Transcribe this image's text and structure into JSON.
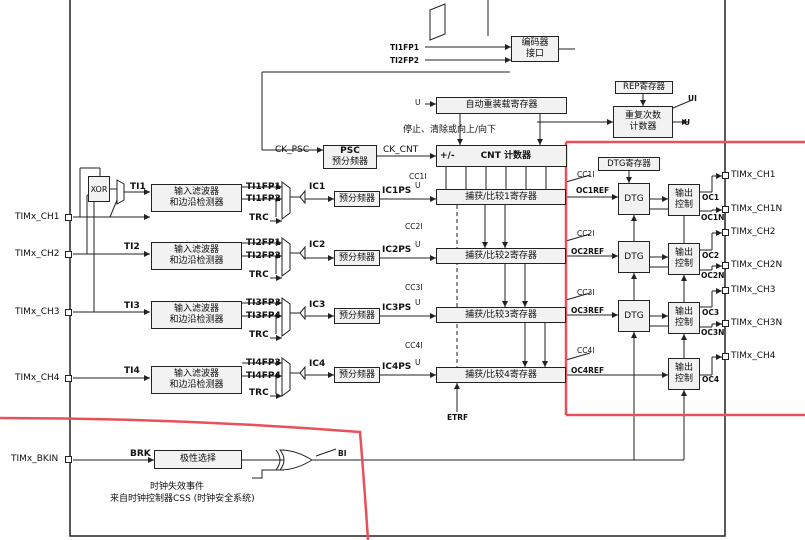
{
  "diagram": {
    "inputs": {
      "ch1": "TIMx_CH1",
      "ch2": "TIMx_CH2",
      "ch3": "TIMx_CH3",
      "ch4": "TIMx_CH4",
      "bkin": "TIMx_BKIN"
    },
    "outputs": {
      "ch1": "TIMx_CH1",
      "ch1n": "TIMx_CH1N",
      "ch2": "TIMx_CH2",
      "ch2n": "TIMx_CH2N",
      "ch3": "TIMx_CH3",
      "ch3n": "TIMx_CH3N",
      "ch4": "TIMx_CH4"
    },
    "xor": "XOR",
    "ti": [
      "TI1",
      "TI2",
      "TI3",
      "TI4"
    ],
    "filter_line1": "输入滤波器",
    "filter_line2": "和边沿检测器",
    "tifp": [
      [
        "TI1FP1",
        "TI1FP2"
      ],
      [
        "TI2FP1",
        "TI2FP2"
      ],
      [
        "TI3FP3",
        "TI3FP4"
      ],
      [
        "TI4FP3",
        "TI4FP4"
      ]
    ],
    "trc": "TRC",
    "ic": [
      "IC1",
      "IC2",
      "IC3",
      "IC4"
    ],
    "prescaler": "预分频器",
    "icps": [
      "IC1PS",
      "IC2PS",
      "IC3PS",
      "IC4PS"
    ],
    "ccif": [
      "CC1I",
      "CC2I",
      "CC3I",
      "CC4I"
    ],
    "u": "U",
    "capture": [
      "捕获/比较1寄存器",
      "捕获/比较2寄存器",
      "捕获/比较3寄存器",
      "捕获/比较4寄存器"
    ],
    "ocref": [
      "OC1REF",
      "OC2REF",
      "OC3REF",
      "OC4REF"
    ],
    "dtg": "DTG",
    "dtg_reg": "DTG寄存器",
    "out_ctrl_line1": "输出",
    "out_ctrl_line2": "控制",
    "oc": [
      "OC1",
      "OC1N",
      "OC2",
      "OC2N",
      "OC3",
      "OC3N",
      "OC4"
    ],
    "encoder_line1": "编码器",
    "encoder_line2": "接口",
    "encoder_inputs": [
      "TI1FP1",
      "TI2FP2"
    ],
    "auto_reload": "自动重装载寄存器",
    "rep_reg": "REP寄存器",
    "rep_counter_line1": "重复次数",
    "rep_counter_line2": "计数器",
    "ui": "UI",
    "ctrl_text": "停止、清除或向上/向下",
    "ck_psc": "CK_PSC",
    "psc_title": "PSC",
    "psc_sub": "预分频器",
    "ck_cnt": "CK_CNT",
    "cnt_dir": "+/-",
    "cnt": "CNT 计数器",
    "etrf": "ETRF",
    "brk": "BRK",
    "polarity": "极性选择",
    "bi": "BI",
    "clock_fail_line1": "时钟失效事件",
    "clock_fail_line2": "来自时钟控制器CSS (时钟安全系统)"
  },
  "colors": {
    "line": "#222222",
    "box_fill": "#f2f2f2",
    "annotation": "#e8505b"
  }
}
